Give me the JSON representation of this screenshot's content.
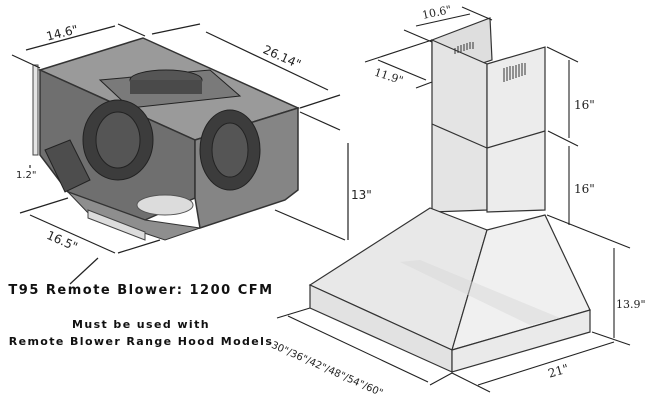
{
  "blower": {
    "title": "T95 Remote Blower: 1200 CFM",
    "note_line1": "Must be used with",
    "note_line2": "Remote Blower Range Hood Models",
    "dimensions": {
      "width": "14.6\"",
      "length": "26.14\"",
      "height": "13\"",
      "depth": "16.5\"",
      "bracket": "1.2\""
    }
  },
  "hood": {
    "dimensions": {
      "chimney_width": "10.6\"",
      "chimney_depth": "11.9\"",
      "upper_chimney": "16\"",
      "lower_chimney": "16\"",
      "hood_height": "13.9\"",
      "hood_depth": "21\"",
      "hood_widths": "30\"/36\"/42\"/48\"/54\"/60\""
    }
  }
}
